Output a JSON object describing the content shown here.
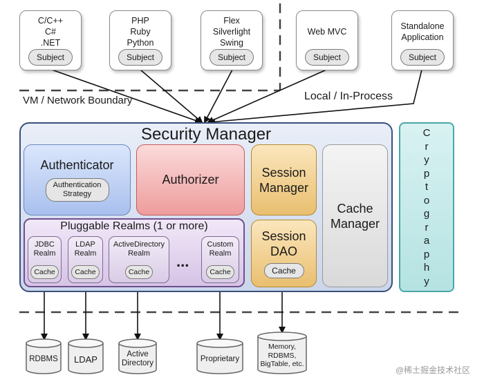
{
  "clients": [
    {
      "lines": [
        "C/C++",
        "C#",
        ".NET"
      ],
      "subject": "Subject"
    },
    {
      "lines": [
        "PHP",
        "Ruby",
        "Python"
      ],
      "subject": "Subject"
    },
    {
      "lines": [
        "Flex",
        "Silverlight",
        "Swing"
      ],
      "subject": "Subject"
    },
    {
      "lines": [
        "Web MVC"
      ],
      "subject": "Subject"
    },
    {
      "lines": [
        "Standalone",
        "Application"
      ],
      "subject": "Subject"
    }
  ],
  "boundary_labels": {
    "vm_network": "VM / Network Boundary",
    "local_process": "Local / In-Process"
  },
  "security_manager": {
    "title": "Security Manager",
    "authenticator": {
      "label": "Authenticator",
      "strategy": [
        "Authentication",
        "Strategy"
      ]
    },
    "authorizer": {
      "label": "Authorizer"
    },
    "session_manager": {
      "lines": [
        "Session",
        "Manager"
      ]
    },
    "session_dao": {
      "lines": [
        "Session",
        "DAO"
      ],
      "cache": "Cache"
    },
    "cache_manager": {
      "lines": [
        "Cache",
        "Manager"
      ]
    },
    "realms": {
      "title": "Pluggable Realms (1 or more)",
      "items": [
        {
          "lines": [
            "JDBC",
            "Realm"
          ],
          "cache": "Cache"
        },
        {
          "lines": [
            "LDAP",
            "Realm"
          ],
          "cache": "Cache"
        },
        {
          "lines": [
            "ActiveDirectory",
            "Realm"
          ],
          "cache": "Cache"
        },
        {
          "lines": [
            "Custom",
            "Realm"
          ],
          "cache": "Cache"
        }
      ],
      "ellipsis": "..."
    }
  },
  "cryptography": [
    "C",
    "r",
    "y",
    "p",
    "t",
    "o",
    "g",
    "r",
    "a",
    "p",
    "h",
    "y"
  ],
  "datastores": [
    {
      "lines": [
        "RDBMS"
      ]
    },
    {
      "lines": [
        "LDAP"
      ]
    },
    {
      "lines": [
        "Active",
        "Directory"
      ]
    },
    {
      "lines": [
        "Proprietary"
      ]
    },
    {
      "lines": [
        "Memory,",
        "RDBMS,",
        "BigTable, etc."
      ]
    }
  ],
  "watermark": "@稀土掘金技术社区",
  "colors": {
    "security_manager_border": "#3b4f7a",
    "authenticator": "#a9c0ee",
    "authorizer": "#ee9c9c",
    "session": "#e9bf6f",
    "realms": "#d6c3e6",
    "cryptography": "#b5e2e2"
  }
}
